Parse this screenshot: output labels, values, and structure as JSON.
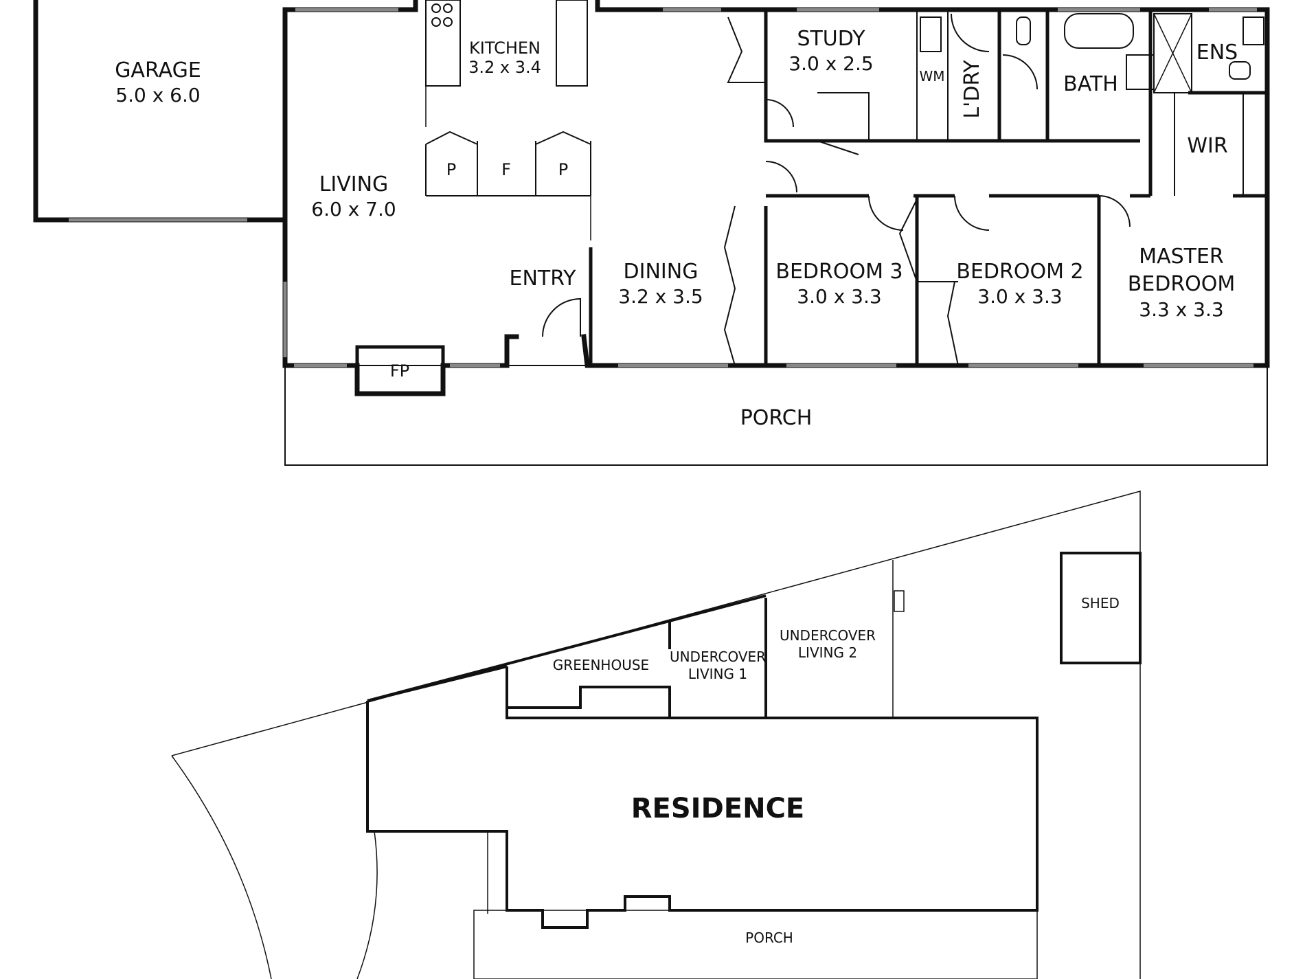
{
  "floor_plan": {
    "rooms": {
      "garage": {
        "name": "GARAGE",
        "size": "5.0 x 6.0"
      },
      "kitchen": {
        "name": "KITCHEN",
        "size": "3.2 x 3.4"
      },
      "study": {
        "name": "STUDY",
        "size": "3.0 x 2.5"
      },
      "wm": {
        "name": "WM"
      },
      "laundry": {
        "name": "L'DRY"
      },
      "bath": {
        "name": "BATH"
      },
      "ensuite": {
        "name": "ENS"
      },
      "wir": {
        "name": "WIR"
      },
      "living": {
        "name": "LIVING",
        "size": "6.0 x 7.0"
      },
      "pantry_left": {
        "name": "P"
      },
      "fridge": {
        "name": "F"
      },
      "pantry_right": {
        "name": "P"
      },
      "entry": {
        "name": "ENTRY"
      },
      "dining": {
        "name": "DINING",
        "size": "3.2 x 3.5"
      },
      "bedroom3": {
        "name": "BEDROOM 3",
        "size": "3.0 x 3.3"
      },
      "bedroom2": {
        "name": "BEDROOM 2",
        "size": "3.0 x 3.3"
      },
      "master": {
        "name_line1": "MASTER",
        "name_line2": "BEDROOM",
        "size": "3.3 x 3.3"
      },
      "fireplace": {
        "name": "FP"
      },
      "porch": {
        "name": "PORCH"
      }
    }
  },
  "site_plan": {
    "labels": {
      "residence": "RESIDENCE",
      "porch": "PORCH",
      "greenhouse": "GREENHOUSE",
      "uc1_line1": "UNDERCOVER",
      "uc1_line2": "LIVING 1",
      "uc2_line1": "UNDERCOVER",
      "uc2_line2": "LIVING 2",
      "shed": "SHED"
    }
  }
}
